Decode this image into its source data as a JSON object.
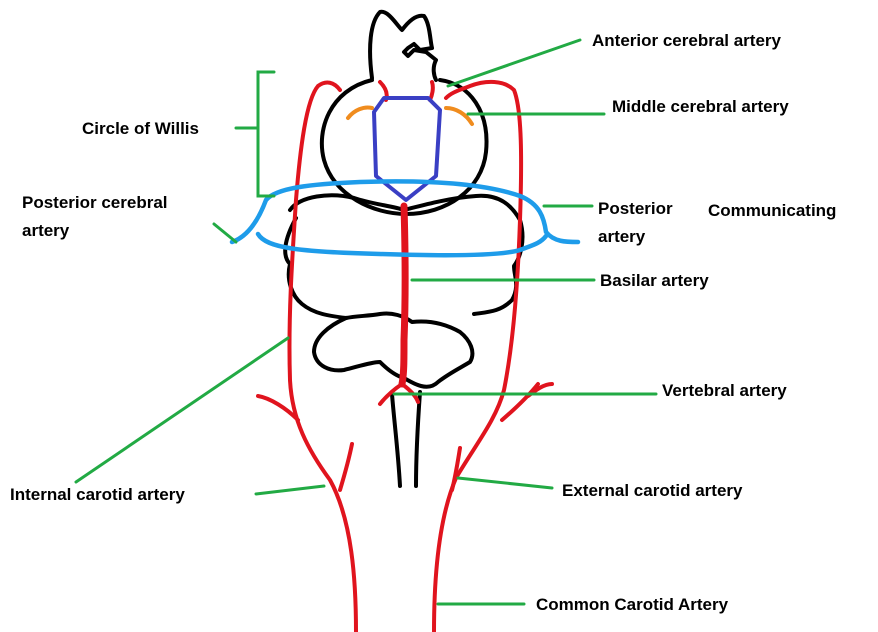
{
  "labels": {
    "anterior_cerebral": "Anterior cerebral artery",
    "middle_cerebral": "Middle cerebral artery",
    "circle_of_willis": "Circle of Willis",
    "posterior_cerebral_line1": "Posterior cerebral",
    "posterior_cerebral_line2": "artery",
    "posterior_communicating_line1a": "Posterior",
    "posterior_communicating_line1b": "Communicating",
    "posterior_communicating_line2": "artery",
    "basilar": "Basilar artery",
    "vertebral": "Vertebral artery",
    "internal_carotid": "Internal carotid artery",
    "external_carotid": "External carotid artery",
    "common_carotid": "Common Carotid Artery"
  },
  "colors": {
    "outline": "#000000",
    "artery": "#e0141e",
    "circle_of_willis_vessels": "#3a3fc4",
    "posterior_cerebral_vessel": "#1e9cea",
    "middle_cerebral_branches": "#f08c1e",
    "leader_lines": "#22aa44"
  }
}
